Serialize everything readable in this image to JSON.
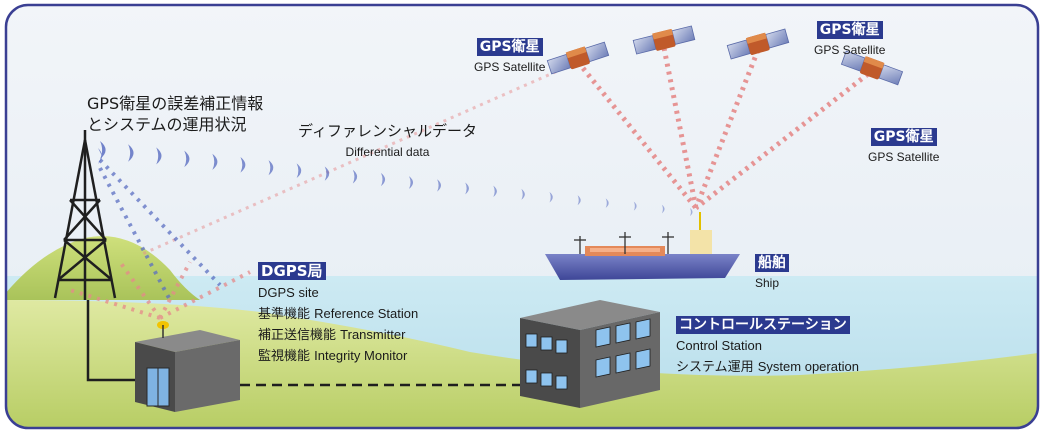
{
  "satellite_labels": [
    {
      "tag": "GPS衛星",
      "name": "GPS Satellite"
    },
    {
      "tag": "GPS衛星",
      "name": "GPS Satellite"
    },
    {
      "tag": "GPS衛星",
      "name": "GPS Satellite"
    }
  ],
  "correction_info": {
    "line1": "GPS衛星の誤差補正情報",
    "line2": "とシステムの運用状況"
  },
  "differential": {
    "jp": "ディファレンシャルデータ",
    "en": "Differential data"
  },
  "ship": {
    "tag": "船舶",
    "name": "Ship"
  },
  "dgps_site": {
    "tag": "DGPS局",
    "name": "DGPS site",
    "functions": [
      {
        "jp": "基準機能",
        "en": "Reference Station"
      },
      {
        "jp": "補正送信機能",
        "en": "Transmitter"
      },
      {
        "jp": "監視機能",
        "en": "Integrity Monitor"
      }
    ]
  },
  "control_station": {
    "tag": "コントロールステーション",
    "name": "Control Station",
    "function_jp": "システム運用",
    "function_en": "System operation"
  },
  "colors": {
    "border": "#3a3f93",
    "sky_top": "#eef3f8",
    "sea": "#bfe3ef",
    "land": "#cfe08a",
    "label_bg": "#2b3a8f",
    "signal_red": "#e68a8a",
    "signal_blue": "#5b6fc2"
  }
}
